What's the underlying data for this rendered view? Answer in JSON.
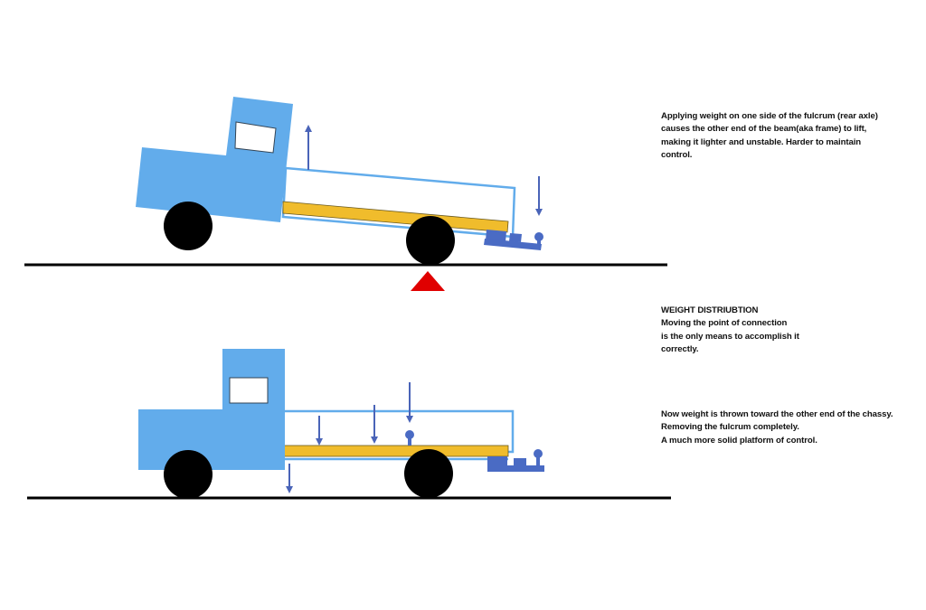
{
  "colors": {
    "truck": "#62aceb",
    "beam": "#f0bc2c",
    "hitch": "#4a6bc4",
    "wheel": "#000000",
    "fulcrum": "#e00000",
    "arrow": "#4a64b8"
  },
  "top_caption": [
    "Applying weight on one side of the fulcrum (rear axle)",
    "causes the other end of the beam(aka frame) to lift,",
    "making it lighter and unstable. Harder to maintain",
    "control."
  ],
  "middle_caption": [
    "WEIGHT DISTRIUBTION",
    "Moving the point of connection",
    "is the only means to accomplish it",
    "correctly."
  ],
  "bottom_caption": [
    "Now weight is thrown toward the other end of the chassy.",
    "Removing the fulcrum completely.",
    "A much more solid platform of control."
  ]
}
